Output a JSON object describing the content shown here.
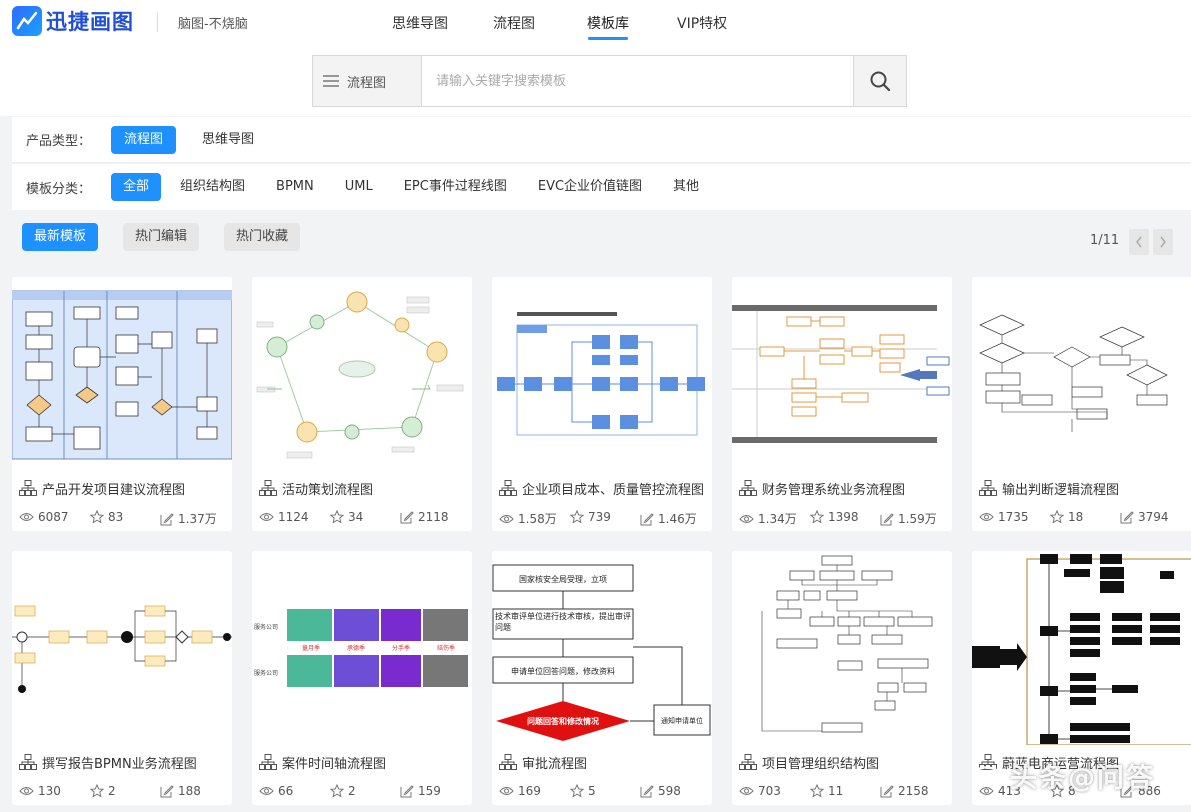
{
  "header": {
    "logo_text": "迅捷画图",
    "slogan": "脑图-不烧脑",
    "nav": [
      "思维导图",
      "流程图",
      "模板库",
      "VIP特权"
    ],
    "active_nav": "模板库"
  },
  "search": {
    "category": "流程图",
    "placeholder": "请输入关键字搜索模板"
  },
  "filters": {
    "product_label": "产品类型：",
    "product_types": [
      "流程图",
      "思维导图"
    ],
    "product_active": "流程图",
    "category_label": "模板分类：",
    "categories": [
      "全部",
      "组织结构图",
      "BPMN",
      "UML",
      "EPC事件过程线图",
      "EVC企业价值链图",
      "其他"
    ],
    "category_active": "全部"
  },
  "sort": {
    "tabs": [
      "最新模板",
      "热门编辑",
      "热门收藏"
    ],
    "active": "最新模板",
    "page": "1/11"
  },
  "cards": [
    {
      "title": "产品开发项目建议流程图",
      "views": "6087",
      "stars": "83",
      "edits": "1.37万"
    },
    {
      "title": "活动策划流程图",
      "views": "1124",
      "stars": "34",
      "edits": "2118"
    },
    {
      "title": "企业项目成本、质量管控流程图",
      "views": "1.58万",
      "stars": "739",
      "edits": "1.46万"
    },
    {
      "title": "财务管理系统业务流程图",
      "views": "1.34万",
      "stars": "1398",
      "edits": "1.59万"
    },
    {
      "title": "输出判断逻辑流程图",
      "views": "1735",
      "stars": "18",
      "edits": "3794"
    },
    {
      "title": "撰写报告BPMN业务流程图",
      "views": "130",
      "stars": "2",
      "edits": "188"
    },
    {
      "title": "案件时间轴流程图",
      "views": "66",
      "stars": "2",
      "edits": "159"
    },
    {
      "title": "审批流程图",
      "views": "169",
      "stars": "5",
      "edits": "598"
    },
    {
      "title": "项目管理组织结构图",
      "views": "703",
      "stars": "11",
      "edits": "2158"
    },
    {
      "title": "蔚蓝电商运营流程图",
      "views": "413",
      "stars": "8",
      "edits": "886"
    }
  ],
  "thumb_text": {
    "approval": [
      "国家核安全局受理，立项",
      "技术审评单位进行技术审核，提出审评问题",
      "申请单位回答问题，修改资料",
      "问题回答和修改情况",
      "通知申请单位"
    ],
    "timeline_rows": [
      "服务公司",
      "服务公司"
    ],
    "timeline_heads": [
      "童月季",
      "承德季",
      "分手季",
      "结伤季"
    ]
  },
  "watermark": "头条@问答",
  "colors": {
    "accent": "#1e90ff",
    "brand": "#1f4fd6"
  }
}
